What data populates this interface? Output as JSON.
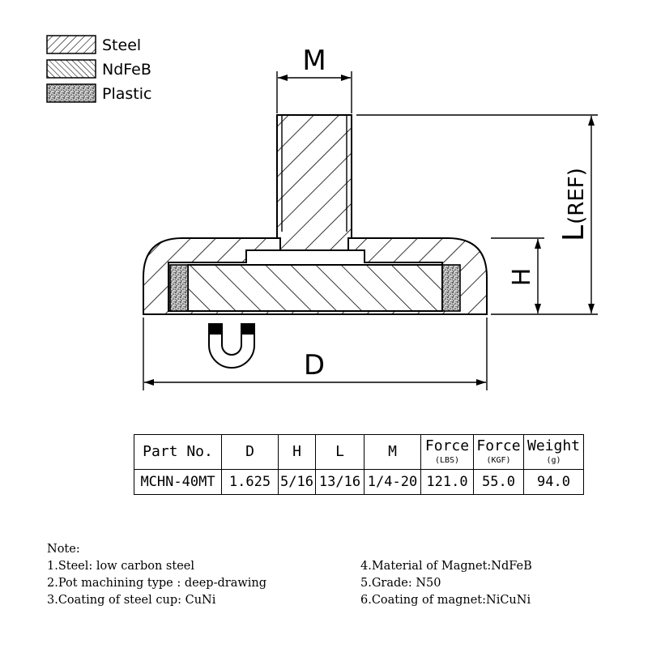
{
  "legend": [
    {
      "label": "Steel",
      "pattern": "steel-hatch"
    },
    {
      "label": "NdFeB",
      "pattern": "magnet-hatch"
    },
    {
      "label": "Plastic",
      "pattern": "plastic-stipple"
    }
  ],
  "dimensions": {
    "m": "M",
    "l": "L",
    "l_ref": "(REF)",
    "h": "H",
    "d": "D"
  },
  "table": {
    "headers": [
      {
        "label": "Part No.",
        "unit": ""
      },
      {
        "label": "D",
        "unit": ""
      },
      {
        "label": "H",
        "unit": ""
      },
      {
        "label": "L",
        "unit": ""
      },
      {
        "label": "M",
        "unit": ""
      },
      {
        "label": "Force",
        "unit": "(LBS)"
      },
      {
        "label": "Force",
        "unit": "(KGF)"
      },
      {
        "label": "Weight",
        "unit": "(g)"
      }
    ],
    "rows": [
      [
        "MCHN-40MT",
        "1.625",
        "5/16",
        "13/16",
        "1/4-20",
        "121.0",
        "55.0",
        "94.0"
      ]
    ]
  },
  "notes": {
    "title": "Note:",
    "left": [
      "1.Steel: low carbon steel",
      "2.Pot machining type : deep-drawing",
      "3.Coating of steel cup: CuNi"
    ],
    "right": [
      "4.Material of Magnet:NdFeB",
      "5.Grade: N50",
      "6.Coating of magnet:NiCuNi"
    ]
  }
}
